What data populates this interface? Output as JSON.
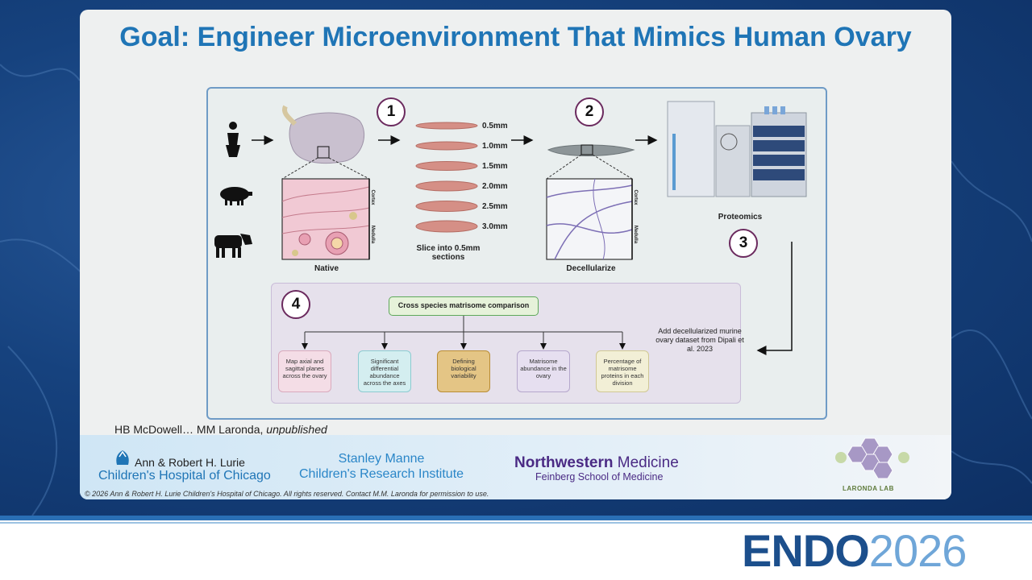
{
  "title": "Goal: Engineer Microenvironment That Mimics Human Ovary",
  "figure": {
    "steps": [
      "1",
      "2",
      "3",
      "4"
    ],
    "labels": {
      "native": "Native",
      "slice": "Slice into 0.5mm sections",
      "decellularize": "Decellularize",
      "proteomics": "Proteomics",
      "cortex": "Cortex",
      "medulla": "Medulla"
    },
    "thicknesses": [
      "0.5mm",
      "1.0mm",
      "1.5mm",
      "2.0mm",
      "2.5mm",
      "3.0mm"
    ],
    "comparison": "Cross species matrisome comparison",
    "boxes": [
      {
        "text": "Map axial and sagittal planes across the ovary",
        "color": "#f4dde6",
        "border": "#d9a9bc"
      },
      {
        "text": "Significant differential abundance across the axes",
        "color": "#d4eef0",
        "border": "#8ccbd1"
      },
      {
        "text": "Defining biological variability",
        "color": "#e4c585",
        "border": "#b98d35"
      },
      {
        "text": "Matrisome abundance in the ovary",
        "color": "#e6dff0",
        "border": "#b5a7cc"
      },
      {
        "text": "Percentage of matrisome proteins in each division",
        "color": "#f2efd6",
        "border": "#d0c894"
      }
    ],
    "mouse_note": "Add decellularized murine ovary dataset from Dipali et al. 2023"
  },
  "citation": {
    "authors": "HB McDowell… MM Laronda,",
    "status": "unpublished"
  },
  "footer": {
    "lurie_line1": "Ann & Robert H. Lurie",
    "lurie_line2": "Children's Hospital of Chicago",
    "manne_line1": "Stanley Manne",
    "manne_line2": "Children's Research Institute",
    "nm_bold": "Northwestern",
    "nm_rest": "Medicine",
    "nm_sub": "Feinberg School of Medicine",
    "laronda": "LARONDA LAB",
    "copyright": "© 2026 Ann & Robert H. Lurie Children's Hospital of Chicago. All rights reserved. Contact M.M. Laronda for permission to use."
  },
  "endo": {
    "word": "ENDO",
    "year": "2026"
  },
  "colors": {
    "title": "#1f75b6",
    "step_ring": "#6b2a5e",
    "background": "#16427e",
    "endo_dark": "#1c4f8c",
    "endo_light": "#6fa6d8"
  }
}
